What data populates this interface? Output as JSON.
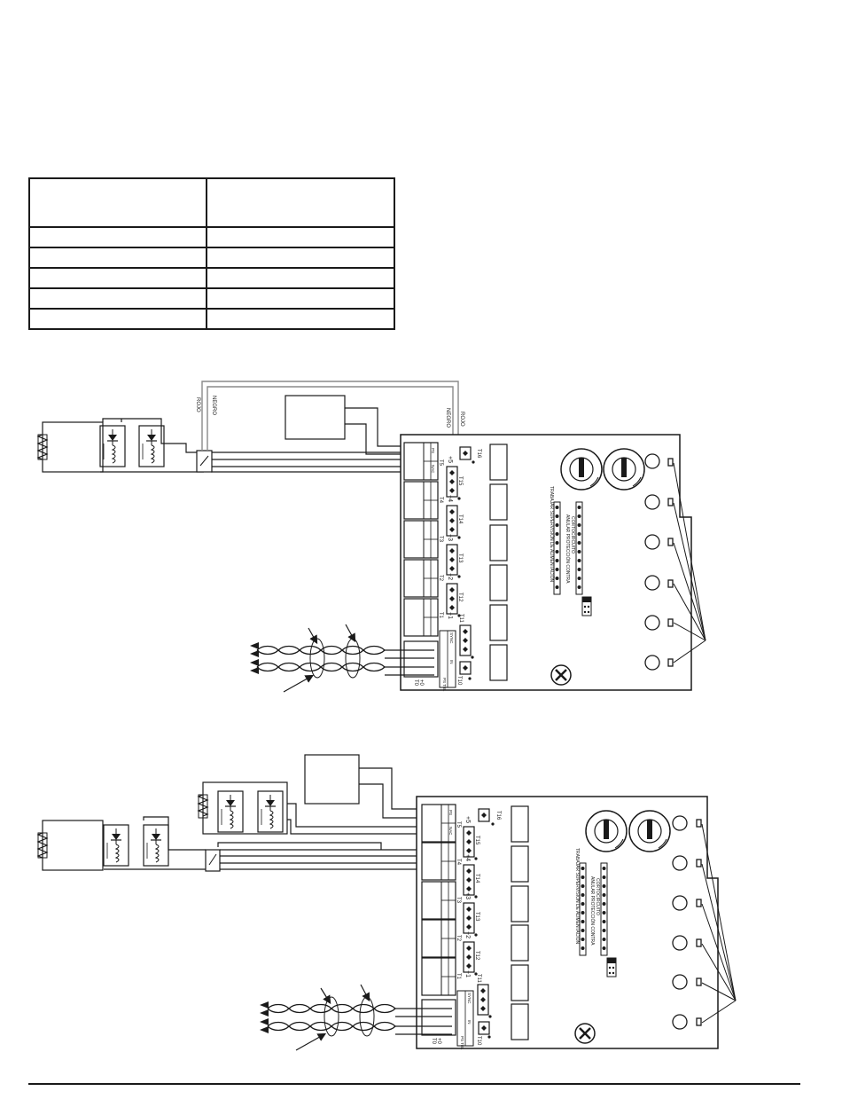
{
  "diagram_1": {
    "wire_label_red_left": "ROJO",
    "wire_label_black_left": "NEGRO",
    "wire_label_black_right": "NEGRO",
    "wire_label_red_right": "ROJO"
  },
  "board_labels": {
    "t16": "T16",
    "t15": "T15",
    "t14": "T14",
    "t13": "T13",
    "t12": "T12",
    "t11": "T11",
    "t10": "T10",
    "t0": "T0",
    "t1": "T1",
    "t2": "T2",
    "t3": "T3",
    "t4": "T4",
    "t5": "T5",
    "nac": "NAC",
    "ps": "PS",
    "num1": "+1",
    "num2": "+2",
    "num3": "+3",
    "num4": "+4",
    "num5": "+5",
    "num0": "+0",
    "sync": "SYNC",
    "ps_trouble": "PS TBL",
    "in_box": "IN",
    "jumper_line1": "TRABAJAR SUPERVISIÓN DE ALIMENTACIÓN",
    "jumper_line2": "ANULAR PROTECCIÓN CONTRA",
    "jumper_line3": "CORTOCIRCUITO"
  },
  "colors": {
    "ink": "#1a1a1a",
    "paper": "#ffffff",
    "wire_gray": "#8a8a8a"
  }
}
